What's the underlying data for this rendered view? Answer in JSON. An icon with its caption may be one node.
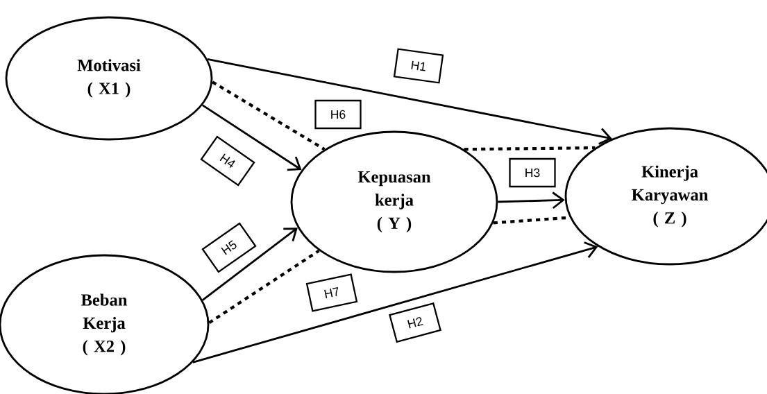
{
  "diagram": {
    "nodes": [
      {
        "text": [
          "Motivasi",
          "( X1 )"
        ]
      },
      {
        "text": [
          "Kepuasan kerja",
          "( Y )"
        ]
      },
      {
        "text": [
          "Kinerja Karyawan",
          "( Z )"
        ]
      },
      {
        "text": [
          "Beban Kerja",
          "( X2 )"
        ]
      }
    ],
    "edges": [
      {
        "from": 0,
        "to": 2,
        "arrow": "to",
        "label": "H1"
      },
      {
        "from": 0,
        "to": 1,
        "arrow": "none",
        "style": "dashed",
        "label": "H6"
      },
      {
        "from": 0,
        "to": 1,
        "arrow": "to",
        "label": "H4"
      },
      {
        "from": 1,
        "to": 2,
        "arrow": "to",
        "label": "H3"
      },
      {
        "from": 1,
        "to": 2,
        "arrow": "none",
        "style": "dashed"
      },
      {
        "from": 1,
        "to": 2,
        "arrow": "none",
        "style": "dashed"
      },
      {
        "from": 3,
        "to": 1,
        "arrow": "to",
        "label": "H5"
      },
      {
        "from": 3,
        "to": 1,
        "arrow": "none",
        "style": "dashed",
        "label": "H7"
      },
      {
        "from": 3,
        "to": 2,
        "arrow": "to",
        "label": "H2"
      }
    ]
  }
}
